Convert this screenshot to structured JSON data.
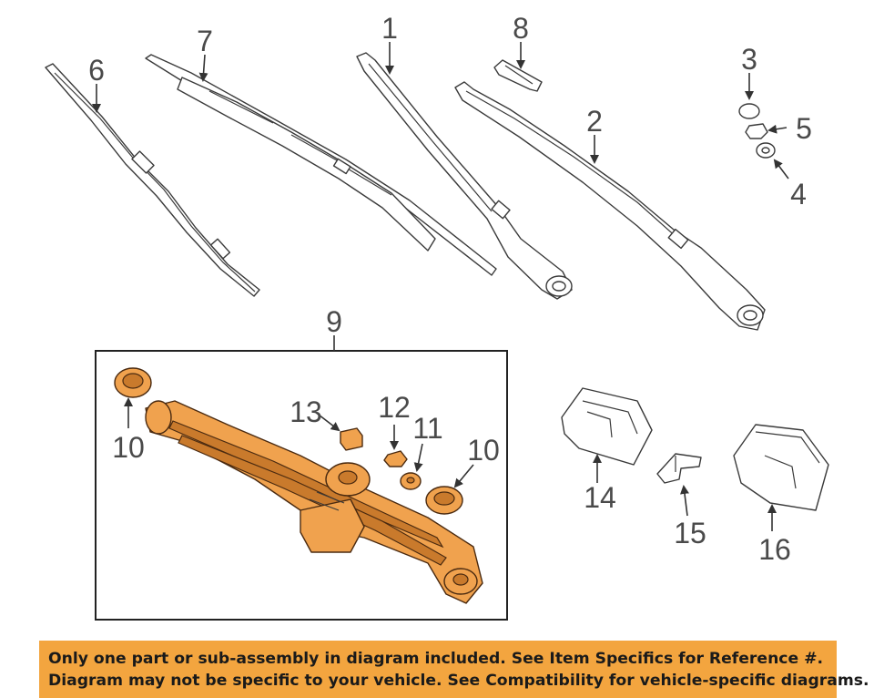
{
  "callouts": {
    "c1": "1",
    "c2": "2",
    "c3": "3",
    "c4": "4",
    "c5": "5",
    "c6": "6",
    "c7": "7",
    "c8": "8",
    "c9": "9",
    "c10a": "10",
    "c10b": "10",
    "c11": "11",
    "c12": "12",
    "c13": "13",
    "c14": "14",
    "c15": "15",
    "c16": "16"
  },
  "notice": {
    "line1": "Only one part or sub-assembly in diagram included. See Item Specifics for Reference #.",
    "line2": "Diagram may not be specific to your vehicle. See Compatibility for vehicle-specific diagrams."
  },
  "colors": {
    "highlight_part": "#f0a24e",
    "notice_background": "#f3a53f"
  }
}
